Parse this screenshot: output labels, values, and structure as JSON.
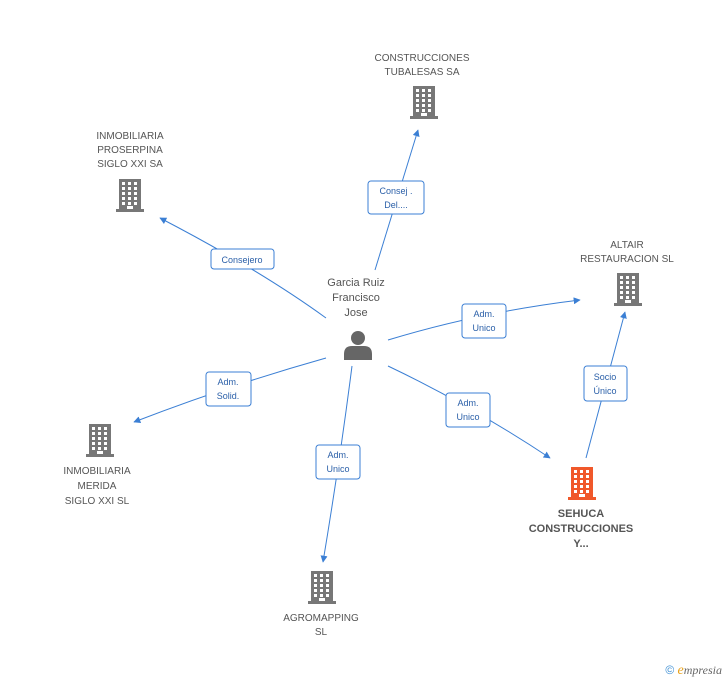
{
  "colors": {
    "edge": "#3b7fd4",
    "building": "#777777",
    "building_focus": "#f0582a",
    "person": "#666666"
  },
  "person": {
    "name_lines": [
      "Garcia Ruiz",
      "Francisco",
      "Jose"
    ],
    "icon": "person-icon"
  },
  "nodes": [
    {
      "id": "construcciones-tubalesas",
      "label_lines": [
        "CONSTRUCCIONES",
        "TUBALESAS SA"
      ],
      "icon": "building-icon",
      "focus": false
    },
    {
      "id": "inmobiliaria-proserpina",
      "label_lines": [
        "INMOBILIARIA",
        "PROSERPINA",
        "SIGLO XXI SA"
      ],
      "icon": "building-icon",
      "focus": false
    },
    {
      "id": "altair-restauracion",
      "label_lines": [
        "ALTAIR",
        "RESTAURACION SL"
      ],
      "icon": "building-icon",
      "focus": false
    },
    {
      "id": "inmobiliaria-merida",
      "label_lines": [
        "INMOBILIARIA",
        "MERIDA",
        "SIGLO XXI  SL"
      ],
      "icon": "building-icon",
      "focus": false
    },
    {
      "id": "agromapping",
      "label_lines": [
        "AGROMAPPING",
        "SL"
      ],
      "icon": "building-icon",
      "focus": false
    },
    {
      "id": "sehuca",
      "label_lines": [
        "SEHUCA",
        "CONSTRUCCIONES",
        "Y..."
      ],
      "icon": "building-icon",
      "focus": true
    }
  ],
  "edges": [
    {
      "id": "edge-tubalesas",
      "label_lines": [
        "Consej .",
        "Del...."
      ]
    },
    {
      "id": "edge-proserpina",
      "label_lines": [
        "Consejero"
      ]
    },
    {
      "id": "edge-altair",
      "label_lines": [
        "Adm.",
        "Unico"
      ]
    },
    {
      "id": "edge-merida",
      "label_lines": [
        "Adm.",
        "Solid."
      ]
    },
    {
      "id": "edge-agromapping",
      "label_lines": [
        "Adm.",
        "Unico"
      ]
    },
    {
      "id": "edge-sehuca",
      "label_lines": [
        "Adm.",
        "Unico"
      ]
    },
    {
      "id": "edge-sehuca-altair",
      "label_lines": [
        "Socio",
        "Único"
      ]
    }
  ],
  "footer": {
    "copyright": "©",
    "brand_initial": "e",
    "brand_rest": "mpresia"
  }
}
